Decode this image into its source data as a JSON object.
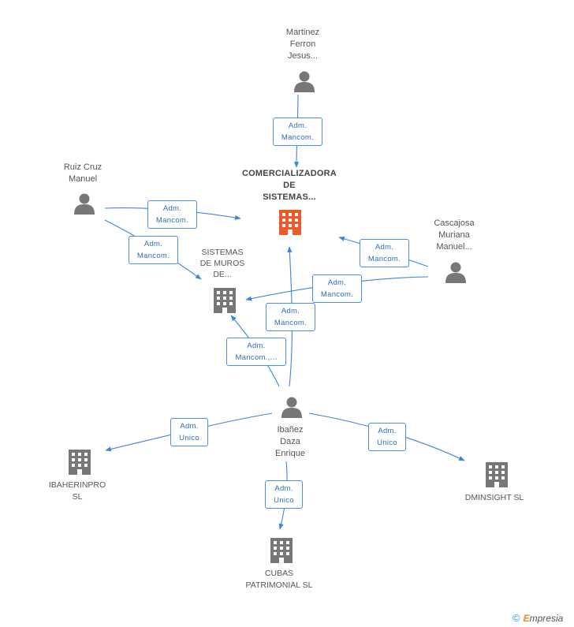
{
  "nodes": {
    "martinez": {
      "type": "person",
      "label": "Martinez\nFerron\nJesus..."
    },
    "comercializadora": {
      "type": "company-main",
      "label": "COMERCIALIZADORA\nDE\nSISTEMAS..."
    },
    "ruiz": {
      "type": "person",
      "label": "Ruiz Cruz\nManuel"
    },
    "cascajosa": {
      "type": "person",
      "label": "Cascajosa\nMuriana\nManuel..."
    },
    "sistemas_muros": {
      "type": "company",
      "label": "SISTEMAS\nDE MUROS\nDE..."
    },
    "ibanez": {
      "type": "person",
      "label": "Ibañez\nDaza\nEnrique"
    },
    "ibaherinpro": {
      "type": "company",
      "label": "IBAHERINPRO\nSL"
    },
    "dminsight": {
      "type": "company",
      "label": "DMINSIGHT  SL"
    },
    "cubas": {
      "type": "company",
      "label": "CUBAS\nPATRIMONIAL SL"
    }
  },
  "edges": {
    "martinez_comercializadora": "Adm.\nMancom.",
    "ruiz_comercializadora": "Adm.\nMancom.",
    "ruiz_sistemas": "Adm.\nMancom.",
    "cascajosa_comercializadora": "Adm.\nMancom.",
    "cascajosa_sistemas": "Adm.\nMancom.",
    "ibanez_comercializadora": "Adm.\nMancom.",
    "ibanez_sistemas": "Adm.\nMancom.,...",
    "ibanez_ibaherinpro": "Adm.\nUnico",
    "ibanez_dminsight": "Adm.\nUnico",
    "ibanez_cubas": "Adm.\nUnico"
  },
  "colors": {
    "edge": "#3f86d6",
    "person": "#777777",
    "company": "#777777",
    "company_main": "#f05a28"
  },
  "footer": {
    "copyright": "©",
    "brand_initial": "E",
    "brand_rest": "mpresia"
  }
}
